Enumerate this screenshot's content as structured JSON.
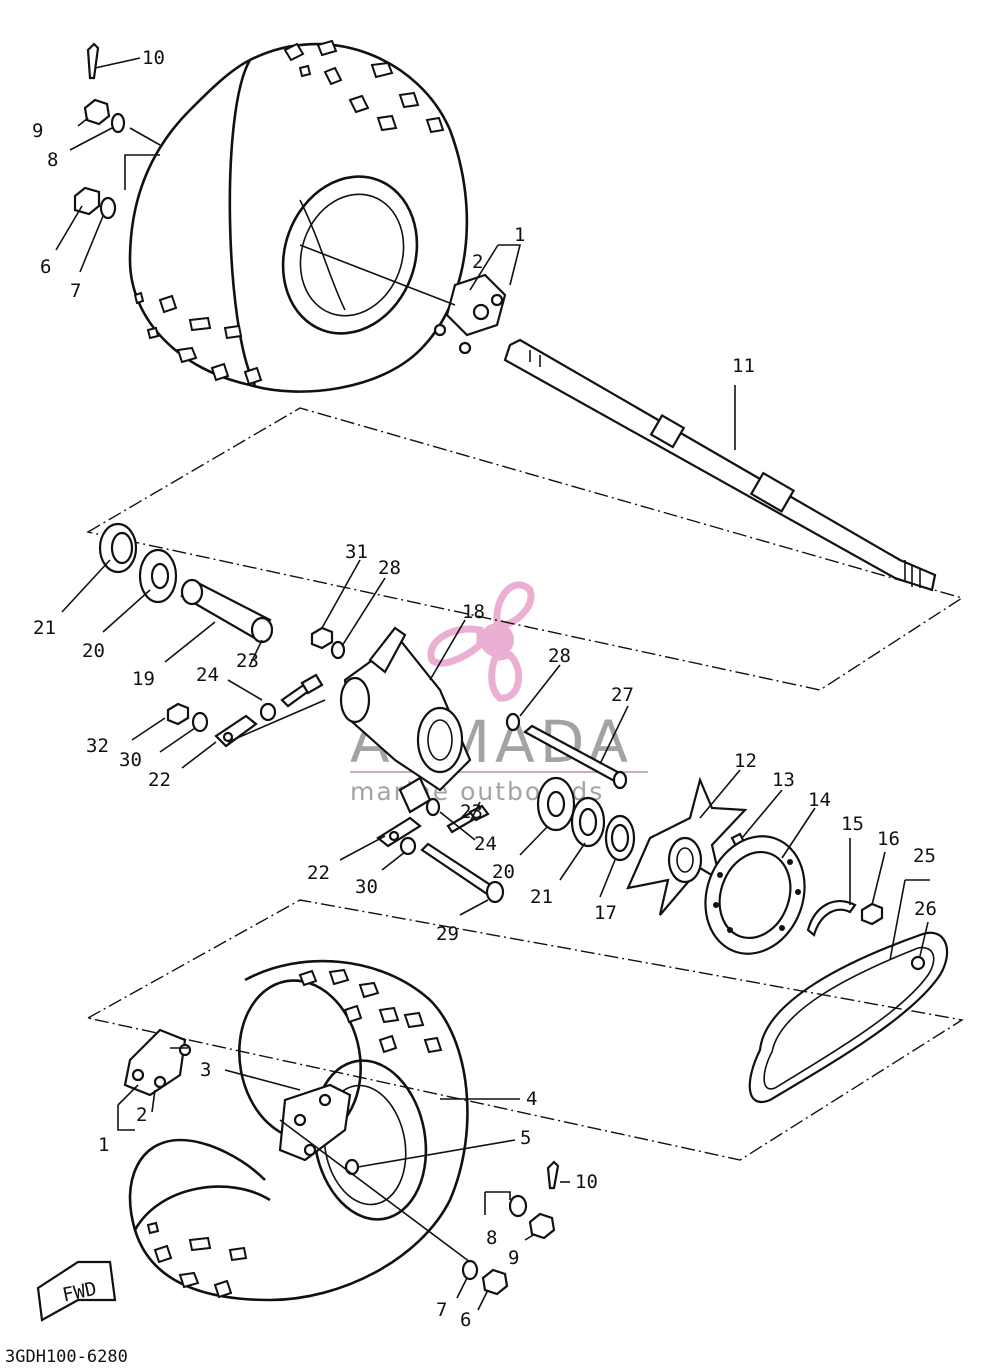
{
  "diagram": {
    "drawing_code": "3GDH100-6280",
    "fwd_label": "FWD",
    "watermark": {
      "brand": "ARMADA",
      "tagline": "marine outboards",
      "logo_color": "#e9a7cf",
      "text_color": "#9a9a9a"
    },
    "callouts": {
      "c10a": "10",
      "c9a": "9",
      "c8a": "8",
      "c6a": "6",
      "c7a": "7",
      "c1a": "1",
      "c2a": "2",
      "c11": "11",
      "c31": "31",
      "c28a": "28",
      "c18": "18",
      "c28b": "28",
      "c21a": "21",
      "c20a": "20",
      "c19": "19",
      "c23a": "23",
      "c24a": "24",
      "c32": "32",
      "c30a": "30",
      "c22a": "22",
      "c27": "27",
      "c23b": "23",
      "c24b": "24",
      "c22b": "22",
      "c30b": "30",
      "c20b": "20",
      "c21b": "21",
      "c17": "17",
      "c29": "29",
      "c12": "12",
      "c13": "13",
      "c14": "14",
      "c15": "15",
      "c16": "16",
      "c25": "25",
      "c26": "26",
      "c3": "3",
      "c4": "4",
      "c5": "5",
      "c2b": "2",
      "c1b": "1",
      "c10b": "10",
      "c8b": "8",
      "c9b": "9",
      "c7b": "7",
      "c6b": "6"
    }
  }
}
